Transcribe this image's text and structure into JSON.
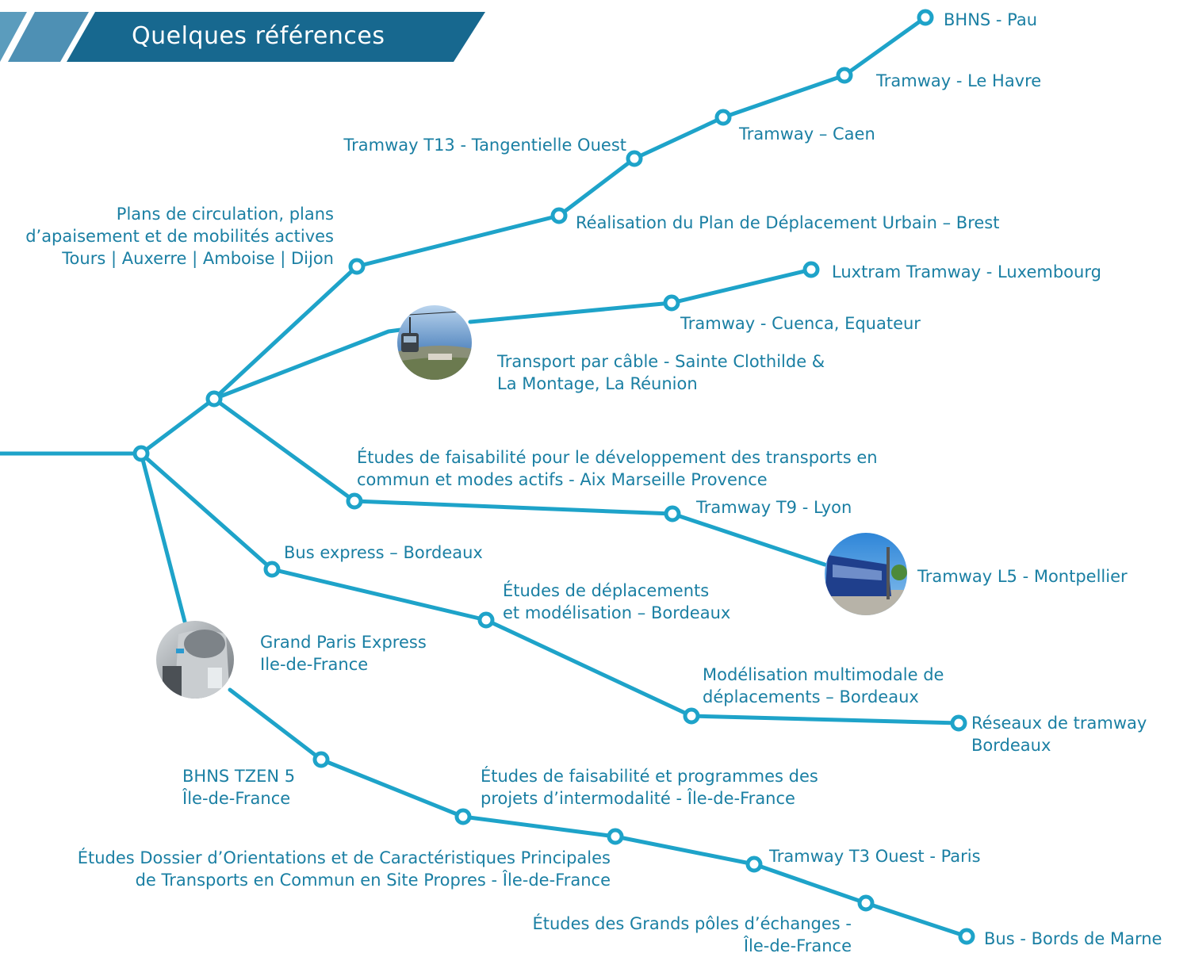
{
  "header": {
    "title": "Quelques références"
  },
  "colors": {
    "line": "#1ea3c9",
    "text": "#1a7fa3",
    "banner_dark": "#17688f",
    "banner_light": "#5b9cbd"
  },
  "photos": [
    {
      "icon": "cable-car-photo-icon",
      "subject": "Transport par câble - Sainte Clothilde & La Montage, La Réunion"
    },
    {
      "icon": "tram-photo-icon",
      "subject": "Tramway L5 - Montpellier"
    },
    {
      "icon": "metro-tunnel-photo-icon",
      "subject": "Grand Paris Express Ile-de-France"
    }
  ],
  "labels": {
    "bhns_pau": "BHNS - Pau",
    "tram_le_havre": "Tramway - Le Havre",
    "tram_caen": "Tramway – Caen",
    "tram_t13": "Tramway T13 - Tangentielle Ouest",
    "pdu_brest": "Réalisation du Plan de Déplacement Urbain – Brest",
    "plans_circulation": [
      "Plans de circulation, plans",
      "d’apaisement et de mobilités actives",
      "Tours | Auxerre | Amboise | Dijon"
    ],
    "luxtram": "Luxtram Tramway - Luxembourg",
    "tram_cuenca": "Tramway - Cuenca, Equateur",
    "cable_reunion": [
      "Transport par câble - Sainte Clothilde &",
      "La Montage, La Réunion"
    ],
    "etudes_aix": [
      "Études de faisabilité pour le développement des transports en",
      "commun et modes actifs - Aix Marseille Provence"
    ],
    "tram_t9": "Tramway T9 - Lyon",
    "bus_express": "Bus express – Bordeaux",
    "tram_l5": "Tramway L5 - Montpellier",
    "etudes_deplacements": [
      "Études de déplacements",
      "et modélisation – Bordeaux"
    ],
    "grand_paris": [
      "Grand Paris Express",
      "Ile-de-France"
    ],
    "modelisation": [
      "Modélisation multimodale de",
      "déplacements – Bordeaux"
    ],
    "reseaux_tram": [
      "Réseaux de tramway",
      "Bordeaux"
    ],
    "bhns_tzen": [
      "BHNS TZEN 5",
      "Île-de-France"
    ],
    "etudes_intermodalite": [
      "Études de faisabilité et programmes des",
      "projets d’intermodalité - Île-de-France"
    ],
    "etudes_docp": [
      "Études Dossier d’Orientations et de Caractéristiques Principales",
      "de Transports en Commun en Site Propres - Île-de-France"
    ],
    "tram_t3": "Tramway T3 Ouest - Paris",
    "poles_echanges": [
      "Études des Grands pôles d’échanges -",
      "Île-de-France"
    ],
    "bus_marne": "Bus - Bords de Marne"
  }
}
